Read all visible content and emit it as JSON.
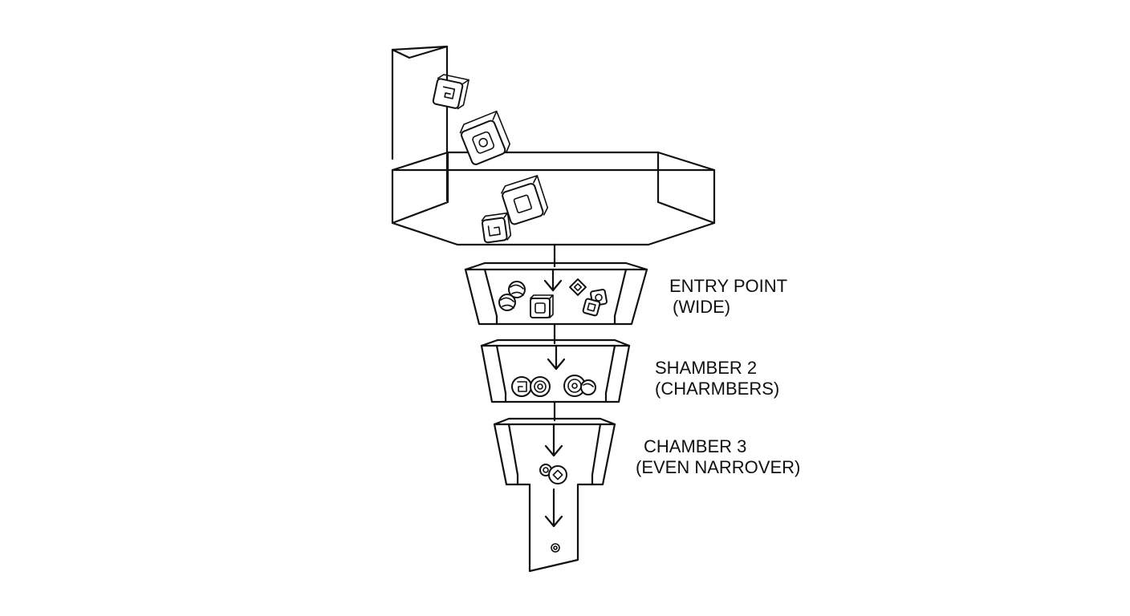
{
  "labels": {
    "chamber1": {
      "line1": "ENTRY POINT",
      "line2": "(WIDE)"
    },
    "chamber2": {
      "line1": "SHAMBER 2",
      "line2": "(CHARMBERS)"
    },
    "chamber3": {
      "line1": "CHAMBER 3",
      "line2": "(EVEN NARROVER)"
    }
  },
  "colors": {
    "ink": "#111111",
    "background": "#ffffff"
  }
}
